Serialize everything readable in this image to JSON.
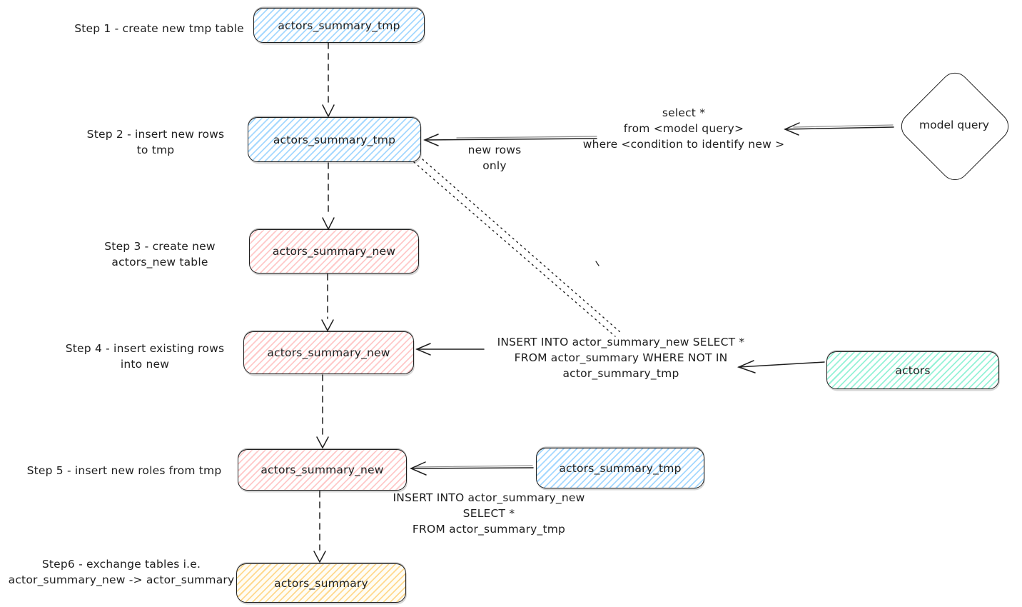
{
  "colors": {
    "stroke": "#1e1e1e",
    "blue_fill": "#a5d8ff",
    "red_fill": "#ffc9c9",
    "green_fill": "#96f2d7",
    "yellow_fill": "#ffd98f",
    "background": "#ffffff"
  },
  "steps": {
    "step1": {
      "label": "Step 1 - create new tmp table",
      "node": "actors_summary_tmp"
    },
    "step2": {
      "label": "Step 2 - insert new rows\nto tmp",
      "node": "actors_summary_tmp"
    },
    "step3": {
      "label": "Step 3 - create new\nactors_new table",
      "node": "actors_summary_new"
    },
    "step4": {
      "label": "Step 4 - insert existing rows\ninto new",
      "node": "actors_summary_new"
    },
    "step5": {
      "label": "Step 5 - insert new roles from tmp",
      "node": "actors_summary_new",
      "source_node": "actors_summary_tmp"
    },
    "step6": {
      "label": "Step6 - exchange tables i.e.\nactor_summary_new -> actor_summary",
      "node": "actors_summary"
    }
  },
  "side_nodes": {
    "model_query": "model query",
    "actors": "actors"
  },
  "annotations": {
    "new_rows_only": "new rows only",
    "model_query_sql": "select *\nfrom <model query>\nwhere <condition to identify new >",
    "step4_sql": "INSERT INTO actor_summary_new SELECT *\nFROM actor_summary WHERE NOT IN\nactor_summary_tmp",
    "step5_sql": "INSERT INTO actor_summary_new\nSELECT *\nFROM actor_summary_tmp"
  }
}
